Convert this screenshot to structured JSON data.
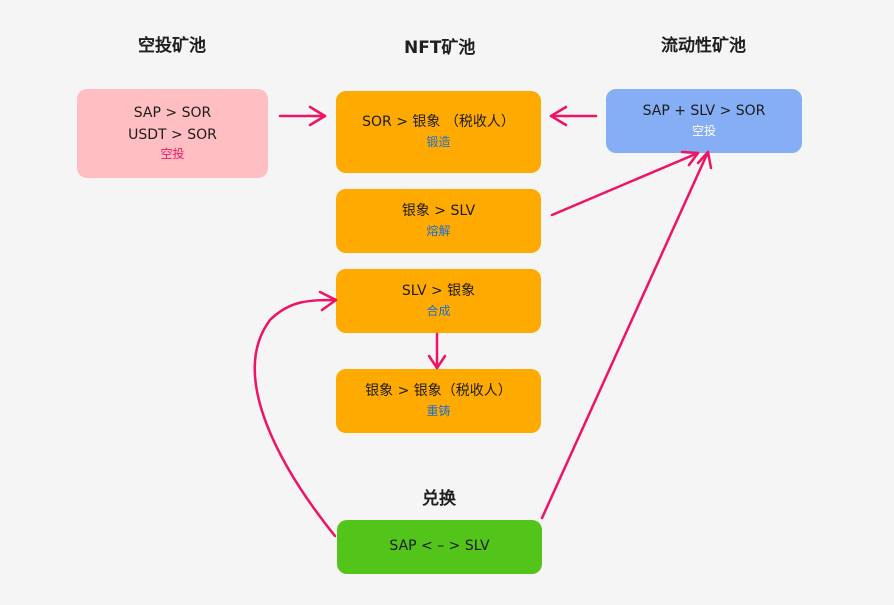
{
  "headings": {
    "airdrop_pool": "空投矿池",
    "nft_pool": "NFT矿池",
    "liquidity_pool": "流动性矿池",
    "exchange": "兑换"
  },
  "boxes": {
    "airdrop": {
      "line1": "SAP > SOR",
      "line2": "USDT > SOR",
      "sub": "空投"
    },
    "forge": {
      "line1": "SOR > 银象 （税收人）",
      "sub": "锻造"
    },
    "melt": {
      "line1": "银象 > SLV",
      "sub": "熔解"
    },
    "compose": {
      "line1": "SLV > 银象",
      "sub": "合成"
    },
    "recast": {
      "line1": "银象 > 银象（税收人）",
      "sub": "重铸"
    },
    "liquidity": {
      "line1": "SAP + SLV > SOR",
      "sub": "空投"
    },
    "exchange": {
      "line1": "SAP < – > SLV"
    }
  },
  "colors": {
    "arrow": "#ee1366",
    "airdrop_box": "#ffbfc2",
    "nft_box": "#ffaa00",
    "liquidity_box": "#85aef5",
    "exchange_box": "#52c41a",
    "background": "#f5f5f5"
  }
}
